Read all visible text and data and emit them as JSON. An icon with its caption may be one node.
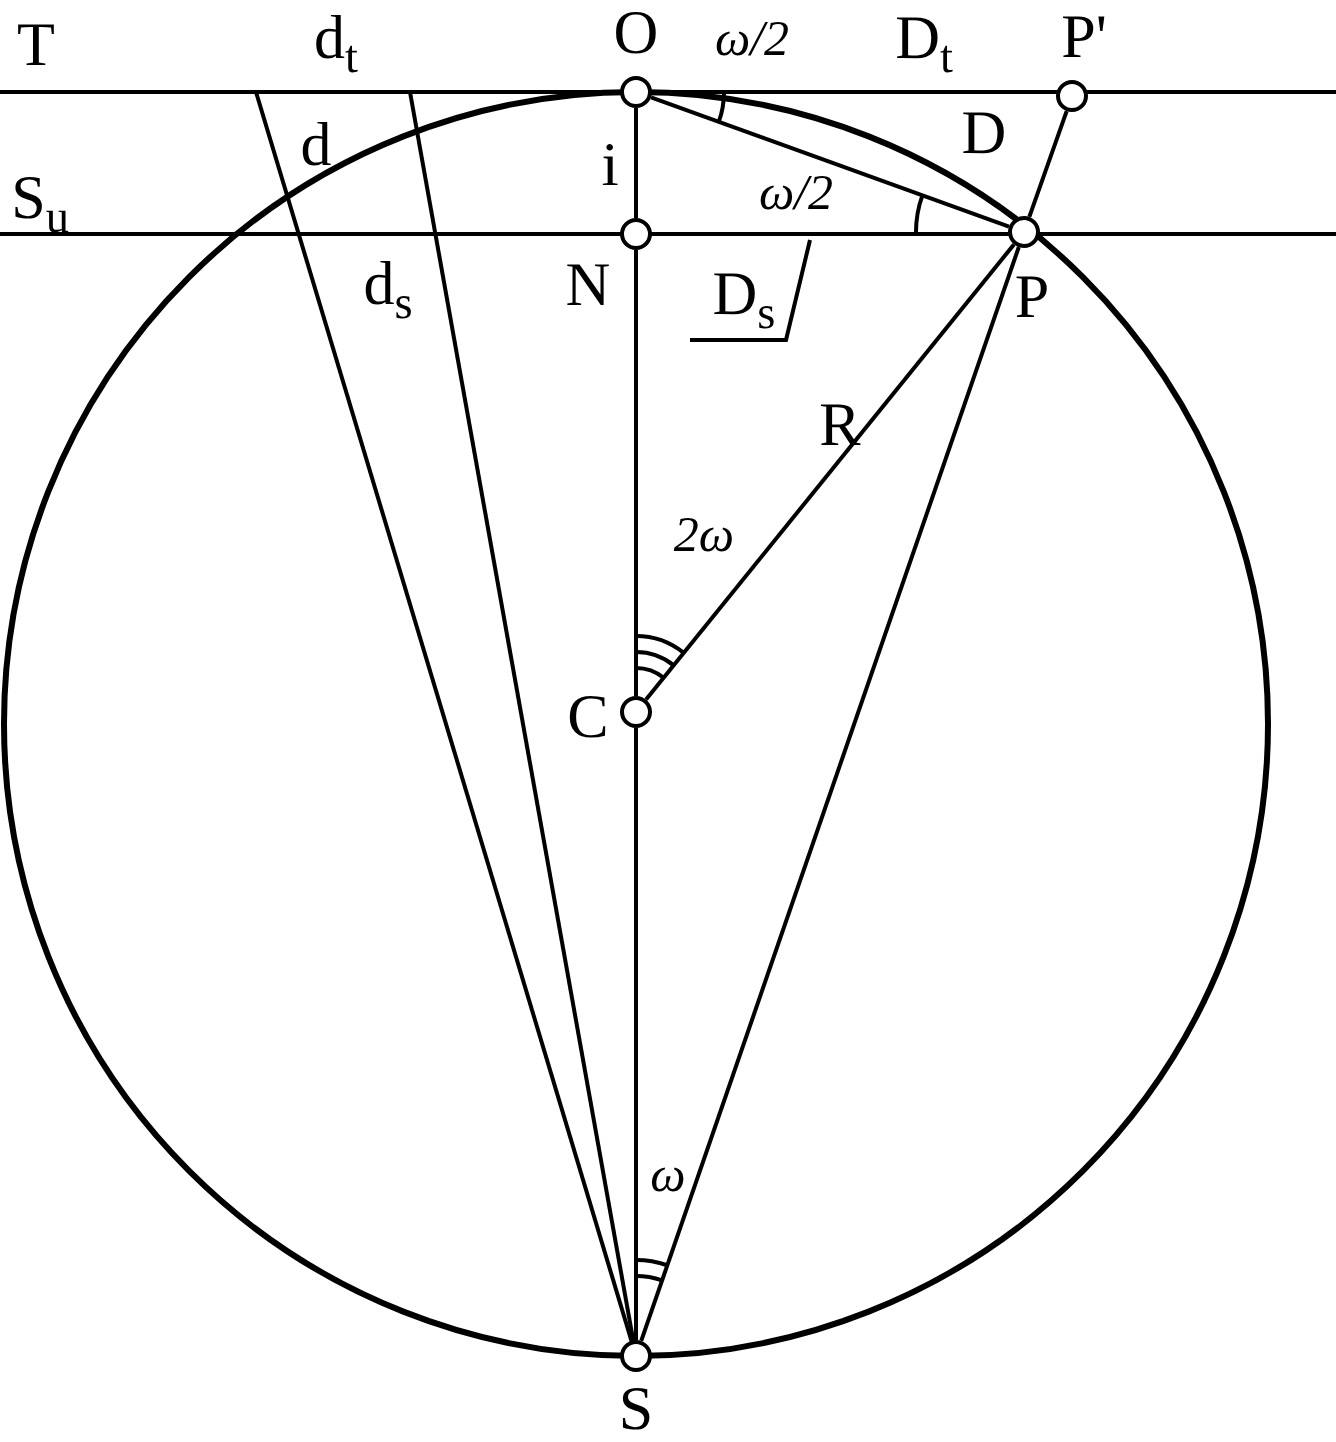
{
  "diagram": {
    "nodes": [
      {
        "text": [],
        "shape": "circle",
        "beside": [
          "O"
        ]
      },
      {
        "text": [],
        "shape": "circle",
        "beside": [
          "P'"
        ]
      },
      {
        "text": [],
        "shape": "circle",
        "beside": [
          "N"
        ]
      },
      {
        "text": [],
        "shape": "circle",
        "beside": [
          "P"
        ]
      },
      {
        "text": [],
        "shape": "circle",
        "beside": [
          "C"
        ]
      },
      {
        "text": [],
        "shape": "circle",
        "beside": [
          "S"
        ]
      },
      {
        "text": [
          "D$_{s}$"
        ]
      }
    ],
    "edges": [
      {
        "from": 0,
        "to": 2,
        "arrow": "none",
        "label": "i"
      },
      {
        "from": 2,
        "to": 4,
        "arrow": "none"
      },
      {
        "from": 4,
        "to": 5,
        "arrow": "none"
      },
      {
        "from": 0,
        "to": 3,
        "arrow": "none",
        "label": "D"
      },
      {
        "from": 4,
        "to": 3,
        "arrow": "none",
        "label": "R"
      },
      {
        "from": 5,
        "to": 3,
        "arrow": "none"
      },
      {
        "from": 3,
        "to": 1,
        "arrow": "none"
      },
      {
        "from": 6,
        "to": null,
        "arrow": "none"
      }
    ],
    "labels": [
      "T",
      "d$_{t}$",
      "ω/2",
      "D$_{t}$",
      "S$_{u}$",
      "d",
      "ω/2",
      "d$_{s}$",
      "2ω",
      "ω"
    ]
  }
}
